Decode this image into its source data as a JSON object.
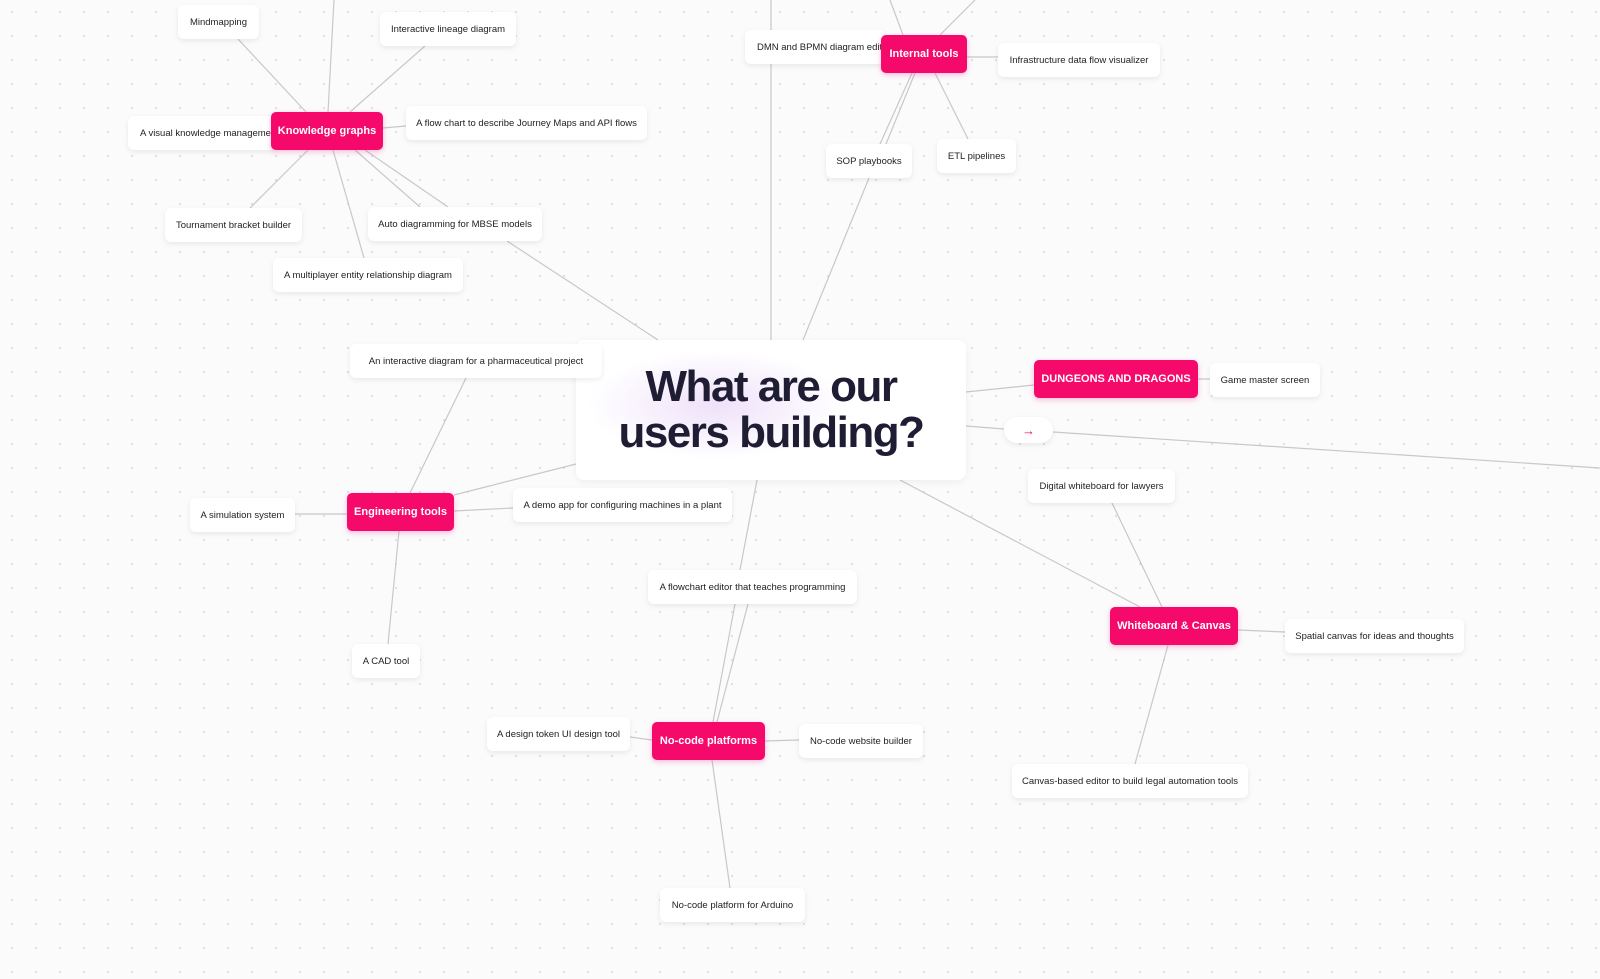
{
  "title": "What are our users building?",
  "accent_color": "#f50a6b",
  "hubs": {
    "knowledge": "Knowledge graphs",
    "internal": "Internal tools",
    "dnd": "DUNGEONS AND DRAGONS",
    "engineering": "Engineering tools",
    "whiteboard": "Whiteboard & Canvas",
    "nocode": "No-code platforms"
  },
  "nodes": {
    "mindmapping": "Mindmapping",
    "lineage": "Interactive lineage diagram",
    "visual_km": "A visual knowledge managemen",
    "flowchart_journey": "A flow chart to describe Journey Maps and API flows",
    "tournament": "Tournament bracket builder",
    "mbse": "Auto diagramming for MBSE models",
    "erd": "A multiplayer entity relationship diagram",
    "dmn": "DMN and BPMN diagram edit",
    "infra": "Infrastructure data flow visualizer",
    "sop": "SOP playbooks",
    "etl": "ETL pipelines",
    "pharma": "An interactive diagram for a pharmaceutical project",
    "game_master": "Game master screen",
    "lawyers": "Digital whiteboard for lawyers",
    "simulation": "A simulation system",
    "demo_app": "A demo app for configuring machines in a plant",
    "flowchart_prog": "A flowchart editor that teaches programming",
    "spatial": "Spatial canvas for ideas and thoughts",
    "cad": "A CAD tool",
    "design_token": "A design token UI design tool",
    "website_builder": "No-code website builder",
    "legal": "Canvas-based editor to build legal automation tools",
    "arduino": "No-code platform for Arduino"
  },
  "arrow_icon": "arrow-right-icon",
  "arrow_glyph": "→"
}
